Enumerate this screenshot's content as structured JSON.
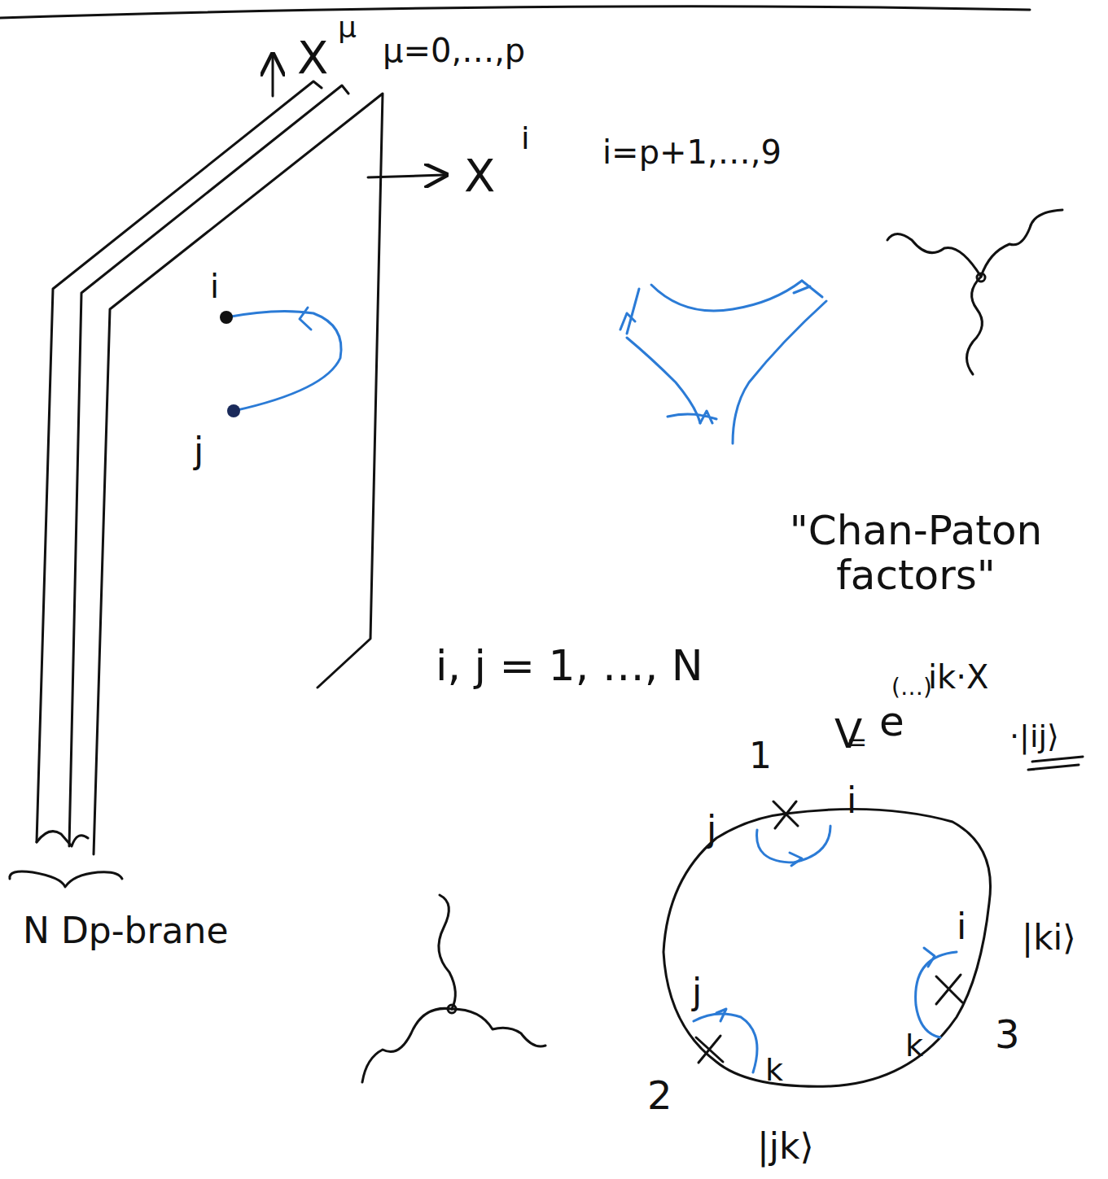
{
  "diagram": {
    "labels": [
      "X",
      "μ",
      "μ=0,…,p",
      "X",
      "i",
      "i=p+1,…,9",
      "i",
      "j",
      "N Dp-brane",
      "i, j = 1, …, N",
      "\"Chan-Paton factors\"",
      "V",
      "=",
      "e",
      "(…)",
      "ik·X",
      "·|ij⟩",
      "1",
      "j",
      "i",
      "i",
      "k",
      "3",
      "j",
      "k",
      "2",
      "|ki⟩",
      "|jk⟩"
    ]
  }
}
